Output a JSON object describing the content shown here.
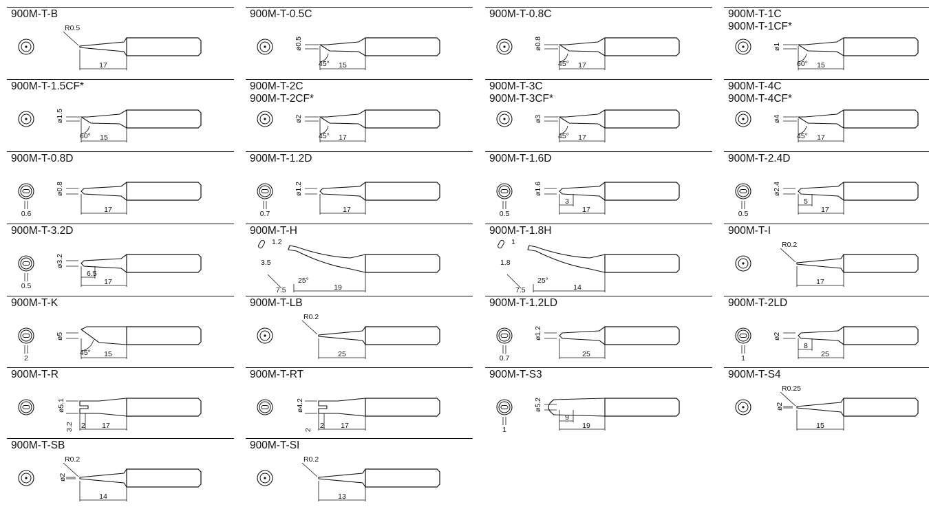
{
  "tips": [
    {
      "name": "900M-T-B",
      "shape": "conical",
      "dims": [
        "R0.5",
        "17"
      ]
    },
    {
      "name": "900M-T-0.5C",
      "shape": "bevel",
      "dims": [
        "ø0.5",
        "45°",
        "15"
      ]
    },
    {
      "name": "900M-T-0.8C",
      "shape": "bevel",
      "dims": [
        "ø0.8",
        "45°",
        "17"
      ]
    },
    {
      "name": "900M-T-1C",
      "name2": "900M-T-1CF*",
      "shape": "bevel",
      "dims": [
        "ø1",
        "60°",
        "15"
      ]
    },
    {
      "name": "900M-T-1.5CF*",
      "shape": "bevel",
      "dims": [
        "ø1.5",
        "60°",
        "15"
      ]
    },
    {
      "name": "900M-T-2C",
      "name2": "900M-T-2CF*",
      "shape": "bevel",
      "dims": [
        "ø2",
        "45°",
        "17"
      ]
    },
    {
      "name": "900M-T-3C",
      "name2": "900M-T-3CF*",
      "shape": "bevel",
      "dims": [
        "ø3",
        "45°",
        "17"
      ]
    },
    {
      "name": "900M-T-4C",
      "name2": "900M-T-4CF*",
      "shape": "bevel",
      "dims": [
        "ø4",
        "45°",
        "17"
      ]
    },
    {
      "name": "900M-T-0.8D",
      "shape": "chisel",
      "dims": [
        "ø0.8",
        "0.6",
        "17"
      ]
    },
    {
      "name": "900M-T-1.2D",
      "shape": "chisel",
      "dims": [
        "ø1.2",
        "0.7",
        "17"
      ]
    },
    {
      "name": "900M-T-1.6D",
      "shape": "chisel",
      "dims": [
        "ø1.6",
        "0.5",
        "3",
        "17"
      ]
    },
    {
      "name": "900M-T-2.4D",
      "shape": "chisel",
      "dims": [
        "ø2.4",
        "0.5",
        "5",
        "17"
      ]
    },
    {
      "name": "900M-T-3.2D",
      "shape": "chisel",
      "dims": [
        "ø3.2",
        "0.5",
        "6.5",
        "17"
      ]
    },
    {
      "name": "900M-T-H",
      "shape": "bent",
      "dims": [
        "1.2",
        "3.5",
        "7.5",
        "25°",
        "19"
      ]
    },
    {
      "name": "900M-T-1.8H",
      "shape": "bent",
      "dims": [
        "1",
        "1.8",
        "7.5",
        "25°",
        "14"
      ]
    },
    {
      "name": "900M-T-I",
      "shape": "conical",
      "dims": [
        "R0.2",
        "17"
      ]
    },
    {
      "name": "900M-T-K",
      "shape": "knife",
      "dims": [
        "ø5",
        "2",
        "45°",
        "15"
      ]
    },
    {
      "name": "900M-T-LB",
      "shape": "conical",
      "dims": [
        "R0.2",
        "25"
      ]
    },
    {
      "name": "900M-T-1.2LD",
      "shape": "chisel",
      "dims": [
        "ø1.2",
        "0.7",
        "25"
      ]
    },
    {
      "name": "900M-T-2LD",
      "shape": "chisel",
      "dims": [
        "ø2",
        "1",
        "8",
        "25"
      ]
    },
    {
      "name": "900M-T-R",
      "shape": "fork",
      "dims": [
        "ø5.1",
        "3.2",
        "2",
        "17"
      ]
    },
    {
      "name": "900M-T-RT",
      "shape": "fork",
      "dims": [
        "ø4.2",
        "2",
        "2",
        "17"
      ]
    },
    {
      "name": "900M-T-S3",
      "shape": "spoon",
      "dims": [
        "ø5.2",
        "1",
        "9",
        "19"
      ]
    },
    {
      "name": "900M-T-S4",
      "shape": "conical",
      "dims": [
        "ø2",
        "R0.25",
        "15"
      ]
    },
    {
      "name": "900M-T-SB",
      "shape": "conical",
      "dims": [
        "ø2",
        "R0.2",
        "14"
      ]
    },
    {
      "name": "900M-T-SI",
      "shape": "conical",
      "dims": [
        "R0.2",
        "13"
      ]
    }
  ]
}
